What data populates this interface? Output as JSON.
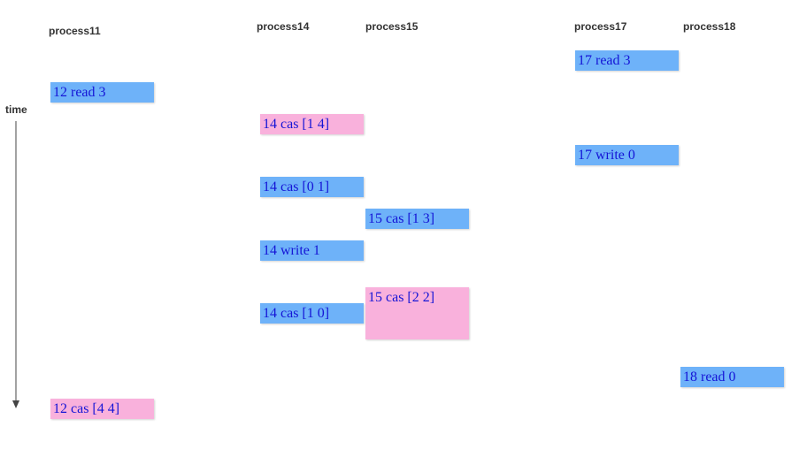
{
  "processes": [
    {
      "label": "process11"
    },
    {
      "label": "process14"
    },
    {
      "label": "process15"
    },
    {
      "label": "process17"
    },
    {
      "label": "process18"
    }
  ],
  "time_label": "time",
  "colors": {
    "ok": "#6eb2f9",
    "fail": "#f9b1dc",
    "text": "#1515d6"
  },
  "operations": {
    "p11_read": {
      "label": "12 read 3",
      "status": "ok"
    },
    "p11_cas": {
      "label": "12 cas [4 4]",
      "status": "fail"
    },
    "p14_cas_1": {
      "label": "14 cas [1 4]",
      "status": "fail"
    },
    "p14_cas_2": {
      "label": "14 cas [0 1]",
      "status": "ok"
    },
    "p14_write": {
      "label": "14 write 1",
      "status": "ok"
    },
    "p14_cas_3": {
      "label": "14 cas [1 0]",
      "status": "ok"
    },
    "p15_cas_1": {
      "label": "15 cas [1 3]",
      "status": "ok"
    },
    "p15_cas_2": {
      "label": "15 cas [2 2]",
      "status": "fail"
    },
    "p17_read": {
      "label": "17 read 3",
      "status": "ok"
    },
    "p17_write": {
      "label": "17 write 0",
      "status": "ok"
    },
    "p18_read": {
      "label": "18 read 0",
      "status": "ok"
    }
  }
}
